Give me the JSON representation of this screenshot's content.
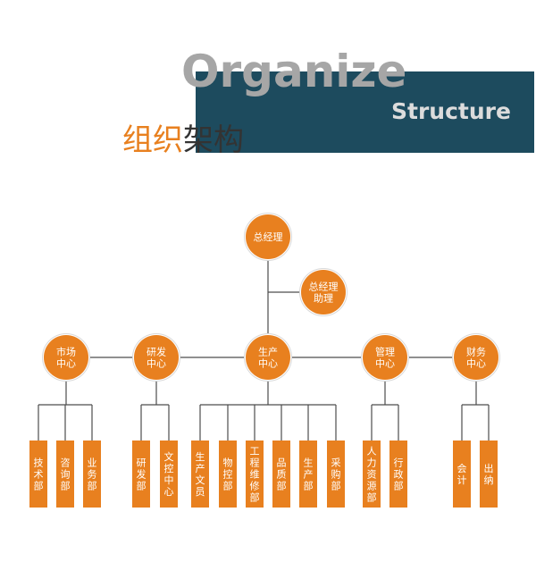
{
  "header": {
    "title_en": "Organize",
    "subtitle_en": "Structure",
    "title_cn_part1": "组织",
    "title_cn_part2": "架构",
    "colors": {
      "title_gray": "#a6a6a6",
      "banner": "#1d4b5e",
      "orange": "#e8801f",
      "dark_text": "#333333",
      "line": "#4d4d4d"
    }
  },
  "org": {
    "root": {
      "label": "总经理"
    },
    "assistant": {
      "label": "总经理\n助理"
    },
    "centers": [
      {
        "label": "市场\n中心",
        "depts": [
          "技术部",
          "咨询部",
          "业务部"
        ]
      },
      {
        "label": "研发\n中心",
        "depts": [
          "研发部",
          "文控中心"
        ]
      },
      {
        "label": "生产\n中心",
        "depts": [
          "生产文员",
          "物控部",
          "工程维修部",
          "品质部",
          "生产部",
          "采购部"
        ]
      },
      {
        "label": "管理\n中心",
        "depts": [
          "人力资源部",
          "行政部"
        ]
      },
      {
        "label": "财务\n中心",
        "depts": [
          "会计",
          "出纳"
        ]
      }
    ]
  }
}
